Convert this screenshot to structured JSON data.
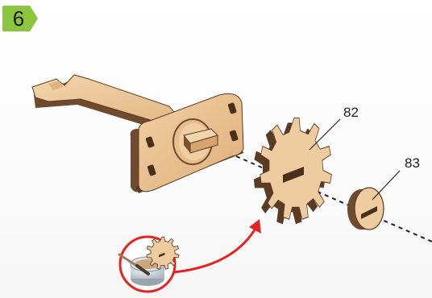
{
  "step": {
    "number": "6",
    "badge_color": "#8cc63f"
  },
  "callouts": [
    {
      "id": "gear",
      "label": "82"
    },
    {
      "id": "cap",
      "label": "83"
    }
  ],
  "colors": {
    "wood_face": "#ecc89a",
    "wood_edge": "#6f4a2e",
    "wood_dark": "#4a2f1c",
    "highlight_ring": "#e32422",
    "motion_arrow": "#e32422",
    "glue_pot": "#d7dde3"
  },
  "icons": [
    "glue-pot-icon",
    "brush-icon",
    "motion-arrow-icon"
  ]
}
